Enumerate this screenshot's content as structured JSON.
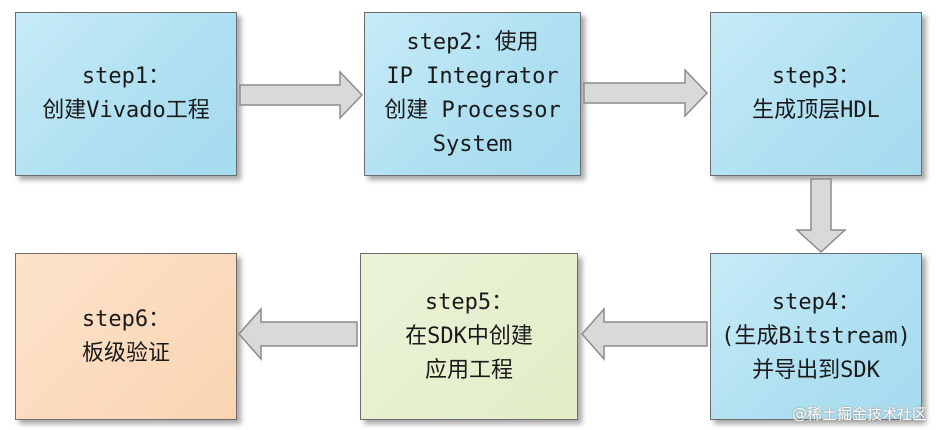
{
  "steps": [
    {
      "line1": "step1：",
      "line2": "创建Vivado工程"
    },
    {
      "line1": "step2：使用",
      "line2": "IP Integrator",
      "line3": "创建 Processor",
      "line4": "System"
    },
    {
      "line1": "step3：",
      "line2": "生成顶层HDL"
    },
    {
      "line1": "step4：",
      "line2": "(生成Bitstream)",
      "line3": "并导出到SDK"
    },
    {
      "line1": "step5：",
      "line2": "在SDK中创建",
      "line3": "应用工程"
    },
    {
      "line1": "step6：",
      "line2": "板级验证"
    }
  ],
  "watermark": "@稀土掘金技术社区",
  "colors": {
    "blue_box": "#b3e1f2",
    "green_box": "#e4efcc",
    "peach_box": "#fbd9bb",
    "arrow_fill": "#d9d9d9",
    "arrow_stroke": "#8c8c8c"
  }
}
